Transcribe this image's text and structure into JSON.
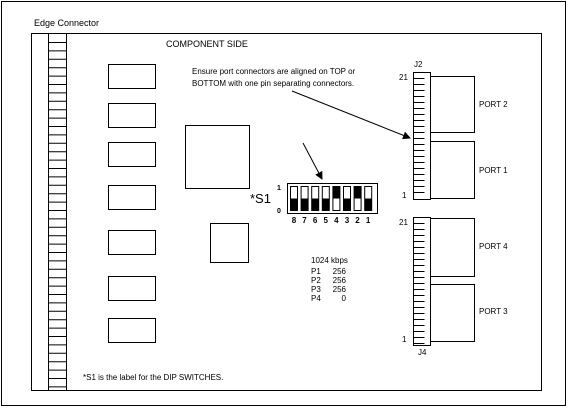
{
  "labels": {
    "edge_connector": "Edge Connector",
    "component_side": "COMPONENT SIDE",
    "note_line1": "Ensure port connectors are aligned on TOP or",
    "note_line2": "BOTTOM with one pin separating connectors.",
    "s1": "*S1",
    "footnote": "*S1 is the label for the DIP SWITCHES."
  },
  "dip_switch": {
    "on_label": "1",
    "off_label": "0",
    "numbers": [
      "8",
      "7",
      "6",
      "5",
      "4",
      "3",
      "2",
      "1"
    ],
    "states": [
      0,
      0,
      0,
      0,
      1,
      0,
      1,
      0
    ]
  },
  "connectors": {
    "j2": {
      "name": "J2",
      "top_pin": "21",
      "bottom_pin": "1",
      "ports": [
        "PORT 2",
        "PORT 1"
      ]
    },
    "j4": {
      "name": "J4",
      "top_pin": "21",
      "bottom_pin": "1",
      "ports": [
        "PORT 4",
        "PORT 3"
      ]
    }
  },
  "speed_table": {
    "header": "1024 kbps",
    "rows": [
      {
        "port": "P1",
        "value": "256"
      },
      {
        "port": "P2",
        "value": "256"
      },
      {
        "port": "P3",
        "value": "256"
      },
      {
        "port": "P4",
        "value": "0"
      }
    ]
  }
}
